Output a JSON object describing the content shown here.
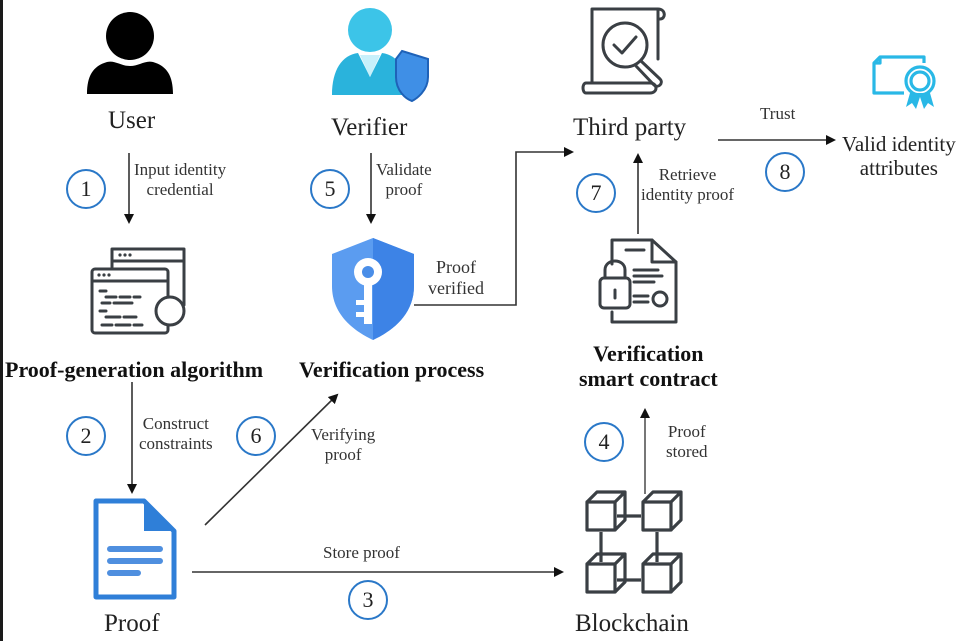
{
  "nodes": {
    "user": "User",
    "verifier": "Verifier",
    "third_party": "Third party",
    "valid_attrs_line1": "Valid identity",
    "valid_attrs_line2": "attributes",
    "proof_gen": "Proof-generation algorithm",
    "verification_process": "Verification process",
    "smart_contract_line1": "Verification",
    "smart_contract_line2": "smart contract",
    "proof": "Proof",
    "blockchain": "Blockchain"
  },
  "edges": {
    "input_credential_line1": "Input identity",
    "input_credential_line2": "credential",
    "construct_line1": "Construct",
    "construct_line2": "constraints",
    "store_proof": "Store proof",
    "proof_stored_line1": "Proof",
    "proof_stored_line2": "stored",
    "validate_line1": "Validate",
    "validate_line2": "proof",
    "verifying_line1": "Verifying",
    "verifying_line2": "proof",
    "proof_verified_line1": "Proof",
    "proof_verified_line2": "verified",
    "retrieve_line1": "Retrieve",
    "retrieve_line2": "identity proof",
    "trust": "Trust"
  },
  "steps": [
    "1",
    "2",
    "3",
    "4",
    "5",
    "6",
    "7",
    "8"
  ],
  "icons": {
    "user": "user-silhouette-icon",
    "verifier": "verifier-shield-user-icon",
    "third_party": "document-magnifier-check-icon",
    "valid_attrs": "certificate-ribbon-icon",
    "proof_gen": "code-windows-icon",
    "verification_process": "shield-key-icon",
    "smart_contract": "locked-document-icon",
    "proof": "document-icon",
    "blockchain": "linked-cubes-icon"
  },
  "colors": {
    "step_ring": "#2a78c8",
    "proof_blue": "#2f7fd8",
    "shield_blue": "#4a8ee8",
    "cyan": "#29b8e6",
    "line_dark": "#2b2b2b"
  }
}
